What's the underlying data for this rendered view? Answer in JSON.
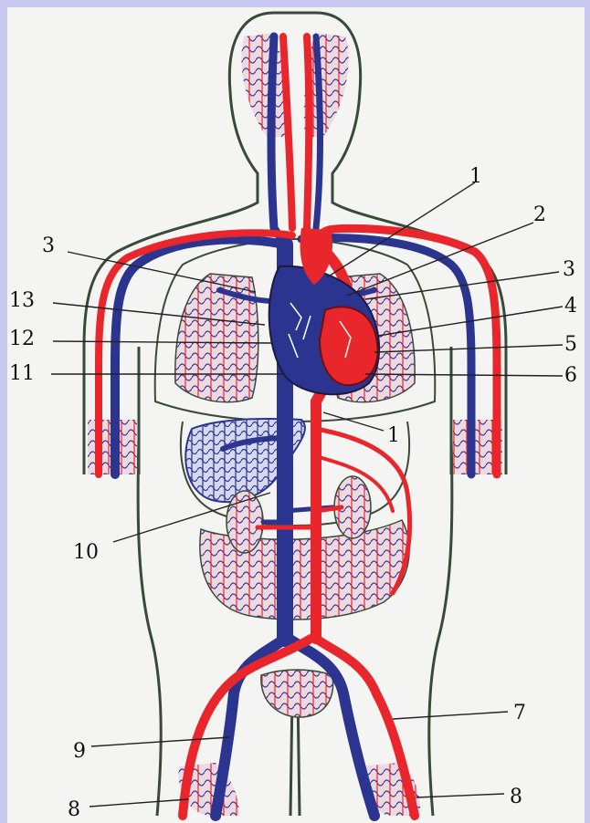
{
  "diagram": {
    "labels": {
      "l1a": "1",
      "l2": "2",
      "l3a": "3",
      "l3b": "3",
      "l4": "4",
      "l5": "5",
      "l6": "6",
      "l1b": "1",
      "l7": "7",
      "l8a": "8",
      "l8b": "8",
      "l9": "9",
      "l10": "10",
      "l11": "11",
      "l12": "12",
      "l13": "13"
    },
    "colors": {
      "artery": "#e8262c",
      "vein": "#2b3590",
      "outline": "#394a39",
      "pale_red": "#f6c8c4",
      "pale_blue": "#c9cbe8"
    }
  }
}
